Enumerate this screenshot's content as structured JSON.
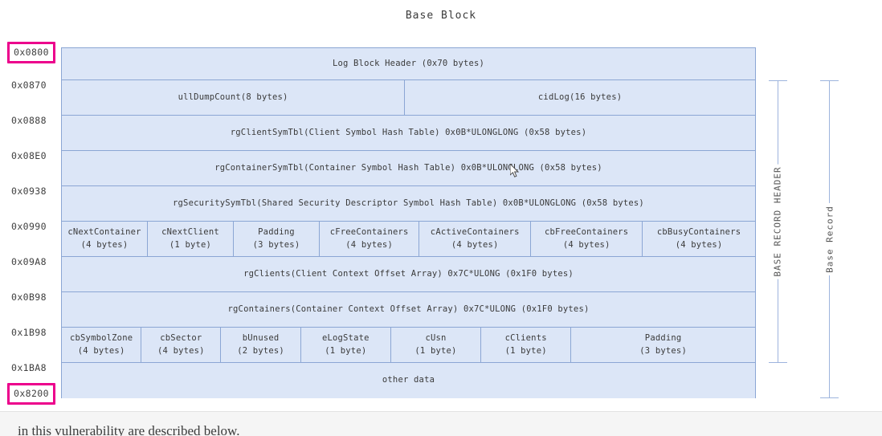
{
  "diagram": {
    "title": "Base Block",
    "accent_highlight_color": "#ec008c",
    "fill_color": "#dce6f7",
    "border_color": "#8ba6d4",
    "addresses": [
      {
        "label": "0x0800",
        "highlighted": true
      },
      {
        "label": "0x0870",
        "highlighted": false
      },
      {
        "label": "0x0888",
        "highlighted": false
      },
      {
        "label": "0x08E0",
        "highlighted": false
      },
      {
        "label": "0x0938",
        "highlighted": false
      },
      {
        "label": "0x0990",
        "highlighted": false
      },
      {
        "label": "0x09A8",
        "highlighted": false
      },
      {
        "label": "0x0B98",
        "highlighted": false
      },
      {
        "label": "0x1B98",
        "highlighted": false
      },
      {
        "label": "0x1BA8",
        "highlighted": false
      },
      {
        "label": "0x8200",
        "highlighted": true
      }
    ],
    "rows": [
      {
        "cells": [
          {
            "name": "Log Block Header (0x70 bytes)",
            "size": ""
          }
        ]
      },
      {
        "cells": [
          {
            "name": "ullDumpCount(8 bytes)",
            "size": ""
          },
          {
            "name": "cidLog(16 bytes)",
            "size": ""
          }
        ]
      },
      {
        "cells": [
          {
            "name": "rgClientSymTbl(Client Symbol Hash Table) 0x0B*ULONGLONG (0x58 bytes)",
            "size": ""
          }
        ]
      },
      {
        "cells": [
          {
            "name": "rgContainerSymTbl(Container Symbol Hash Table) 0x0B*ULONGLONG (0x58 bytes)",
            "size": ""
          }
        ]
      },
      {
        "cells": [
          {
            "name": "rgSecuritySymTbl(Shared Security Descriptor Symbol Hash Table) 0x0B*ULONGLONG (0x58 bytes)",
            "size": ""
          }
        ]
      },
      {
        "cells": [
          {
            "name": "cNextContainer",
            "size": "(4 bytes)"
          },
          {
            "name": "cNextClient",
            "size": "(1 byte)"
          },
          {
            "name": "Padding",
            "size": "(3 bytes)"
          },
          {
            "name": "cFreeContainers",
            "size": "(4 bytes)"
          },
          {
            "name": "cActiveContainers",
            "size": "(4 bytes)"
          },
          {
            "name": "cbFreeContainers",
            "size": "(4 bytes)"
          },
          {
            "name": "cbBusyContainers",
            "size": "(4 bytes)"
          }
        ]
      },
      {
        "cells": [
          {
            "name": "rgClients(Client Context Offset Array) 0x7C*ULONG (0x1F0 bytes)",
            "size": ""
          }
        ]
      },
      {
        "cells": [
          {
            "name": "rgContainers(Container Context Offset Array) 0x7C*ULONG (0x1F0 bytes)",
            "size": ""
          }
        ]
      },
      {
        "cells": [
          {
            "name": "cbSymbolZone",
            "size": "(4 bytes)"
          },
          {
            "name": "cbSector",
            "size": "(4 bytes)"
          },
          {
            "name": "bUnused",
            "size": "(2 bytes)"
          },
          {
            "name": "eLogState",
            "size": "(1 byte)"
          },
          {
            "name": "cUsn",
            "size": "(1 byte)"
          },
          {
            "name": "cClients",
            "size": "(1 byte)"
          },
          {
            "name": "Padding",
            "size": "(3 bytes)"
          }
        ]
      },
      {
        "cells": [
          {
            "name": "other data",
            "size": ""
          }
        ]
      }
    ],
    "brackets": [
      {
        "label": "BASE RECORD HEADER"
      },
      {
        "label": "Base Record"
      }
    ]
  },
  "bottom_strip": {
    "clipped_text": "in this vulnerability are described below."
  }
}
